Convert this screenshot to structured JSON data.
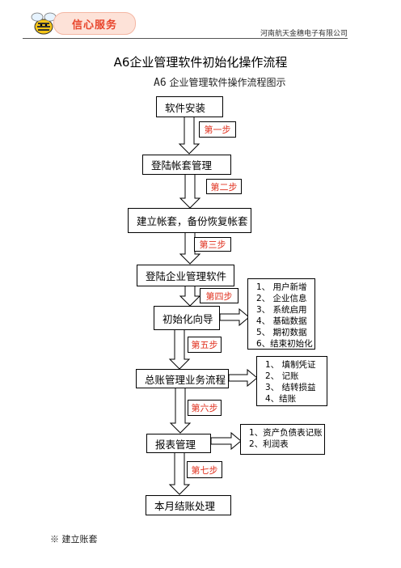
{
  "header": {
    "logo_text": "信心服务",
    "company": "河南航天金穗电子有限公司"
  },
  "title": "A6企业管理软件初始化操作流程",
  "subtitle": {
    "prefix": "A6",
    "text": "企业管理软件操作流程图示"
  },
  "nodes": {
    "install": "软件安装",
    "login_account_set": "登陆帐套管理",
    "create_account_set": "建立帐套，备份恢复帐套",
    "login_software": "登陆企业管理软件",
    "init_wizard": "初始化向导",
    "gl_process": "总账管理业务流程",
    "report_mgmt": "报表管理",
    "month_close": "本月结账处理"
  },
  "steps": [
    "第一步",
    "第二步",
    "第三步",
    "第四步",
    "第五步",
    "第六步",
    "第七步"
  ],
  "init_wizard_items": [
    "1、  用户新增",
    "2、  企业信息",
    "3、  系统启用",
    "4、  基础数据",
    "5、  期初数据",
    "6、结束初始化"
  ],
  "gl_items": [
    "1、  填制凭证",
    "2、  记账",
    "3、  结转损益",
    "4、结账"
  ],
  "report_items": [
    "1、资产负债表记账",
    "2、利润表"
  ],
  "footnote": "※  建立账套"
}
